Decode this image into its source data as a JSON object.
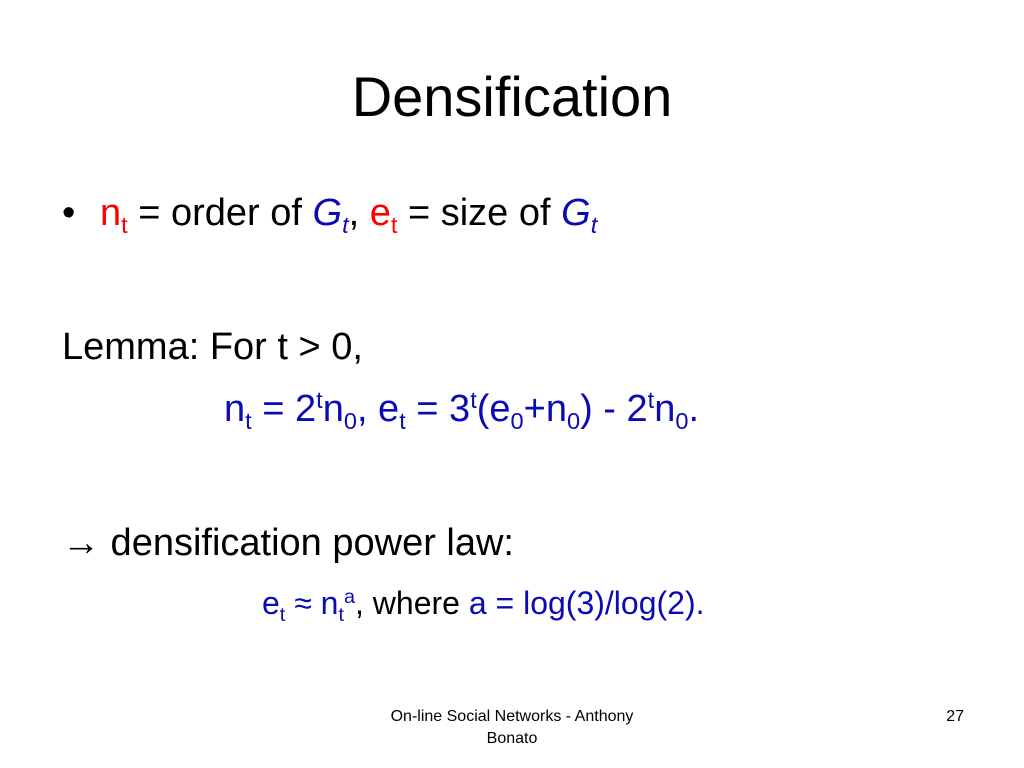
{
  "slide": {
    "title": "Densification",
    "bullet": {
      "marker": "•",
      "n": "n",
      "n_sub": "t",
      "text1": " = order of ",
      "G": "G",
      "G_sub": "t",
      "comma": ", ",
      "e": "e",
      "e_sub": "t",
      "text2": " = size of ",
      "G2": "G",
      "G2_sub": "t"
    },
    "lemma": "Lemma: For t > 0,",
    "equation1": {
      "p1": "n",
      "p1_sub": "t",
      "p2": " = 2",
      "p2_sup": "t",
      "p3": "n",
      "p3_sub": "0",
      "p4": ", e",
      "p4_sub": "t",
      "p5": " = 3",
      "p5_sup": "t",
      "p6": "(e",
      "p6_sub": "0",
      "p7": "+n",
      "p7_sub": "0",
      "p8": ") - 2",
      "p8_sup": "t",
      "p9": "n",
      "p9_sub": "0",
      "p10": "."
    },
    "arrow_line": "→ densification power law:",
    "equation2": {
      "e": "e",
      "e_sub": "t",
      "approx": " ≈ n",
      "n_sub": "t",
      "n_sup": "a",
      "where": ", where ",
      "a_def": "a = log(3)/log(2)."
    },
    "footer": "On-line Social Networks - Anthony\nBonato",
    "page_number": "27"
  },
  "colors": {
    "red": "#ff0000",
    "blue": "#0b0bb3",
    "text": "#000000",
    "background": "#ffffff"
  }
}
